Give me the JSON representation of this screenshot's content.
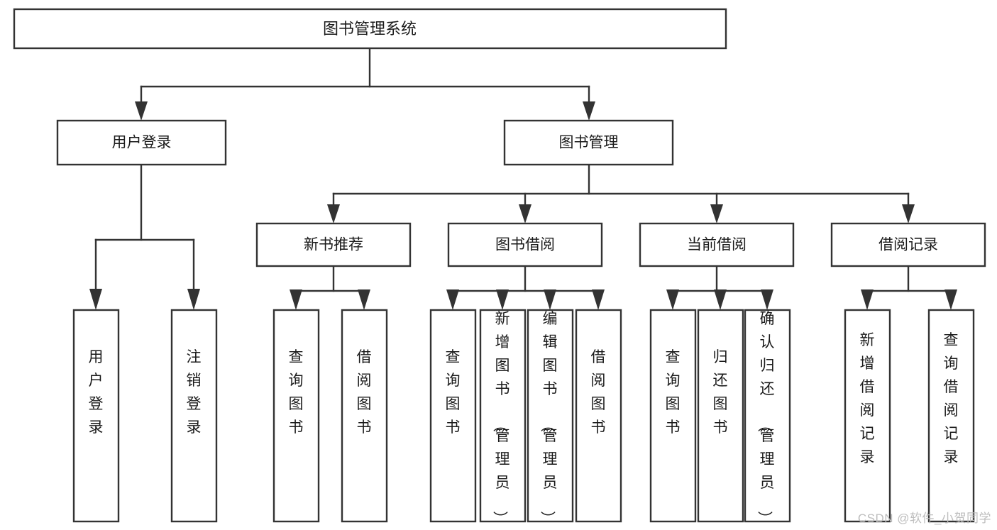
{
  "diagram": {
    "title": "图书管理系统",
    "type": "tree",
    "watermark": "CSDN @软件_小贺同学",
    "colors": {
      "box_fill": "#ffffff",
      "box_stroke": "#333333",
      "text": "#1a1a1a",
      "watermark": "#bdbdbd",
      "background": "#ffffff"
    },
    "levels": {
      "root": {
        "label": "图书管理系统"
      },
      "level2": [
        {
          "label": "用户登录"
        },
        {
          "label": "图书管理"
        }
      ],
      "level3": [
        {
          "label": "新书推荐"
        },
        {
          "label": "图书借阅"
        },
        {
          "label": "当前借阅"
        },
        {
          "label": "借阅记录"
        }
      ],
      "leaves": {
        "user_login": [
          {
            "label": "用户登录"
          },
          {
            "label": "注销登录"
          }
        ],
        "new_book_recommend": [
          {
            "label": "查询图书"
          },
          {
            "label": "借阅图书"
          }
        ],
        "book_borrow": [
          {
            "label": "查询图书"
          },
          {
            "label": "新增图书（管理员）"
          },
          {
            "label": "编辑图书（管理员）"
          },
          {
            "label": "借阅图书"
          }
        ],
        "current_borrow": [
          {
            "label": "查询图书"
          },
          {
            "label": "归还图书"
          },
          {
            "label": "确认归还（管理员）"
          }
        ],
        "borrow_record": [
          {
            "label": "新增借阅记录"
          },
          {
            "label": "查询借阅记录"
          }
        ]
      }
    }
  }
}
